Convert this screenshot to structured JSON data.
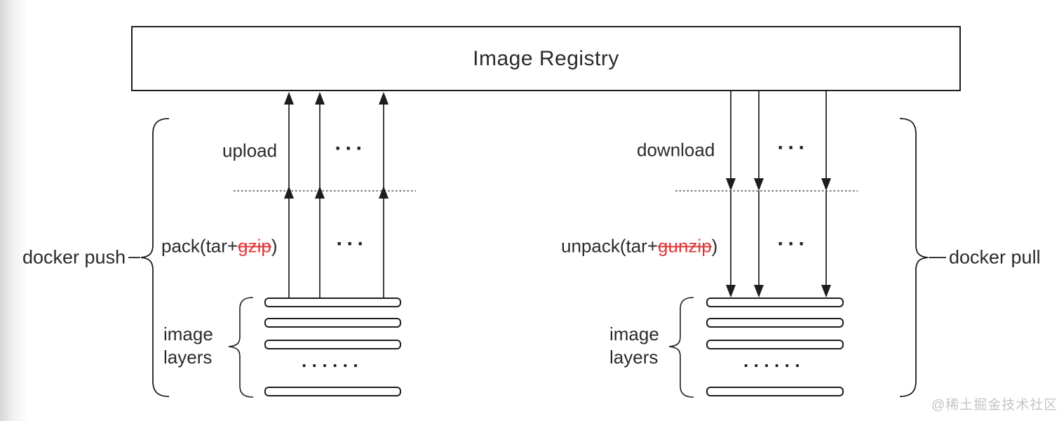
{
  "registry": {
    "title": "Image Registry"
  },
  "push": {
    "bracket_label": "docker push",
    "upload_label": "upload",
    "ellipsis_upper": "···",
    "pack_prefix": "pack(tar+",
    "pack_strike": "gzip",
    "pack_suffix": ")",
    "ellipsis_lower": "···",
    "layers": {
      "label": "image layers",
      "dots": "······",
      "visible_layer_count": 4
    }
  },
  "pull": {
    "bracket_label": "docker pull",
    "download_label": "download",
    "ellipsis_upper": "···",
    "unpack_prefix": "unpack(tar+",
    "unpack_strike": "gunzip",
    "unpack_suffix": ")",
    "ellipsis_lower": "···",
    "layers": {
      "label": "image layers",
      "dots": "······",
      "visible_layer_count": 4
    }
  },
  "watermark": "@稀土掘金技术社区",
  "colors": {
    "stroke": "#1d1d1d",
    "strike_red": "#dd3a3a",
    "watermark": "#c5c5c5"
  }
}
